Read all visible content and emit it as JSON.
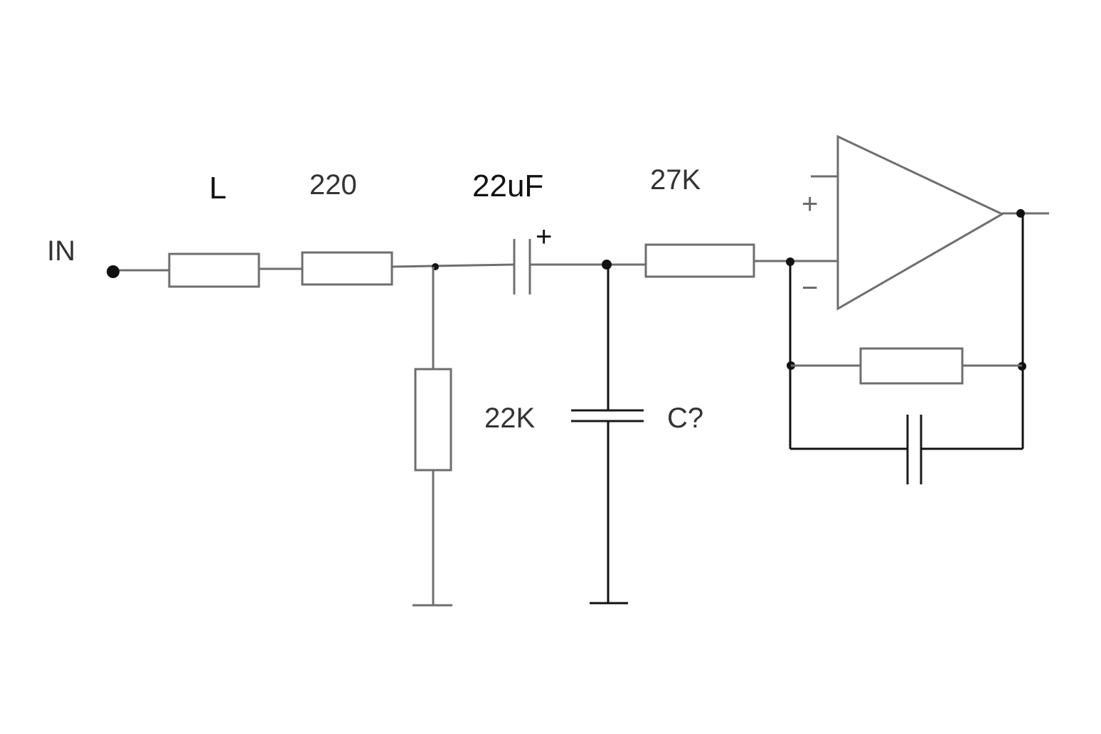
{
  "labels": {
    "input": "IN",
    "inductor": "L",
    "series_resistor": "220",
    "coupling_capacitor": "22uF",
    "polarity_mark": "+",
    "input_resistor": "27K",
    "shunt_resistor": "22K",
    "unknown_capacitor": "C?",
    "opamp_plus": "+",
    "opamp_minus": "−"
  }
}
